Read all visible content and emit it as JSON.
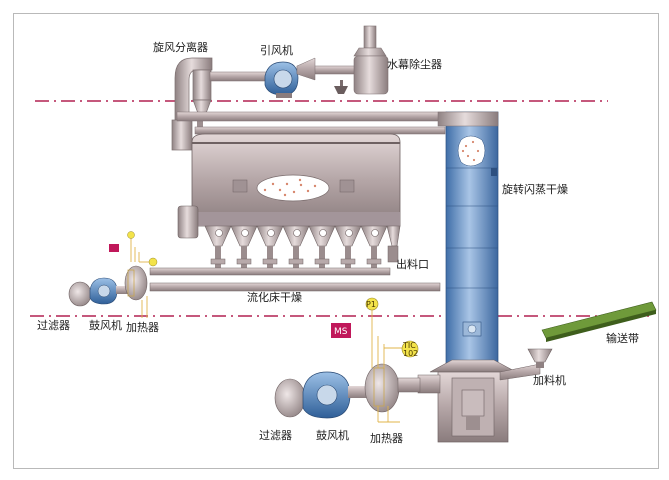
{
  "labels": {
    "cyclone": "旋风分离器",
    "induced_fan": "引风机",
    "water_dust": "水幕除尘器",
    "spin_flash": "旋转闪蒸干燥",
    "outlet": "出料口",
    "fluid_bed": "流化床干燥",
    "filter_left": "过滤器",
    "blower_left": "鼓风机",
    "heater_left": "加热器",
    "conveyor": "输送带",
    "feeder": "加料机",
    "filter_bottom": "过滤器",
    "blower_bottom": "鼓风机",
    "heater_bottom": "加热器"
  },
  "tags": {
    "p1": "P1",
    "tic_top": "TIC",
    "tic_bottom": "102",
    "ms": "MS"
  },
  "colors": {
    "steel": "#b9a9aa",
    "steel_dark": "#8f8181",
    "blue_tower": "#6f98c8",
    "dash_red": "#b22050",
    "ms_box": "#c0185a",
    "instrument_yellow": "#f3e34a",
    "conveyor_green": "#6f9a3a"
  }
}
